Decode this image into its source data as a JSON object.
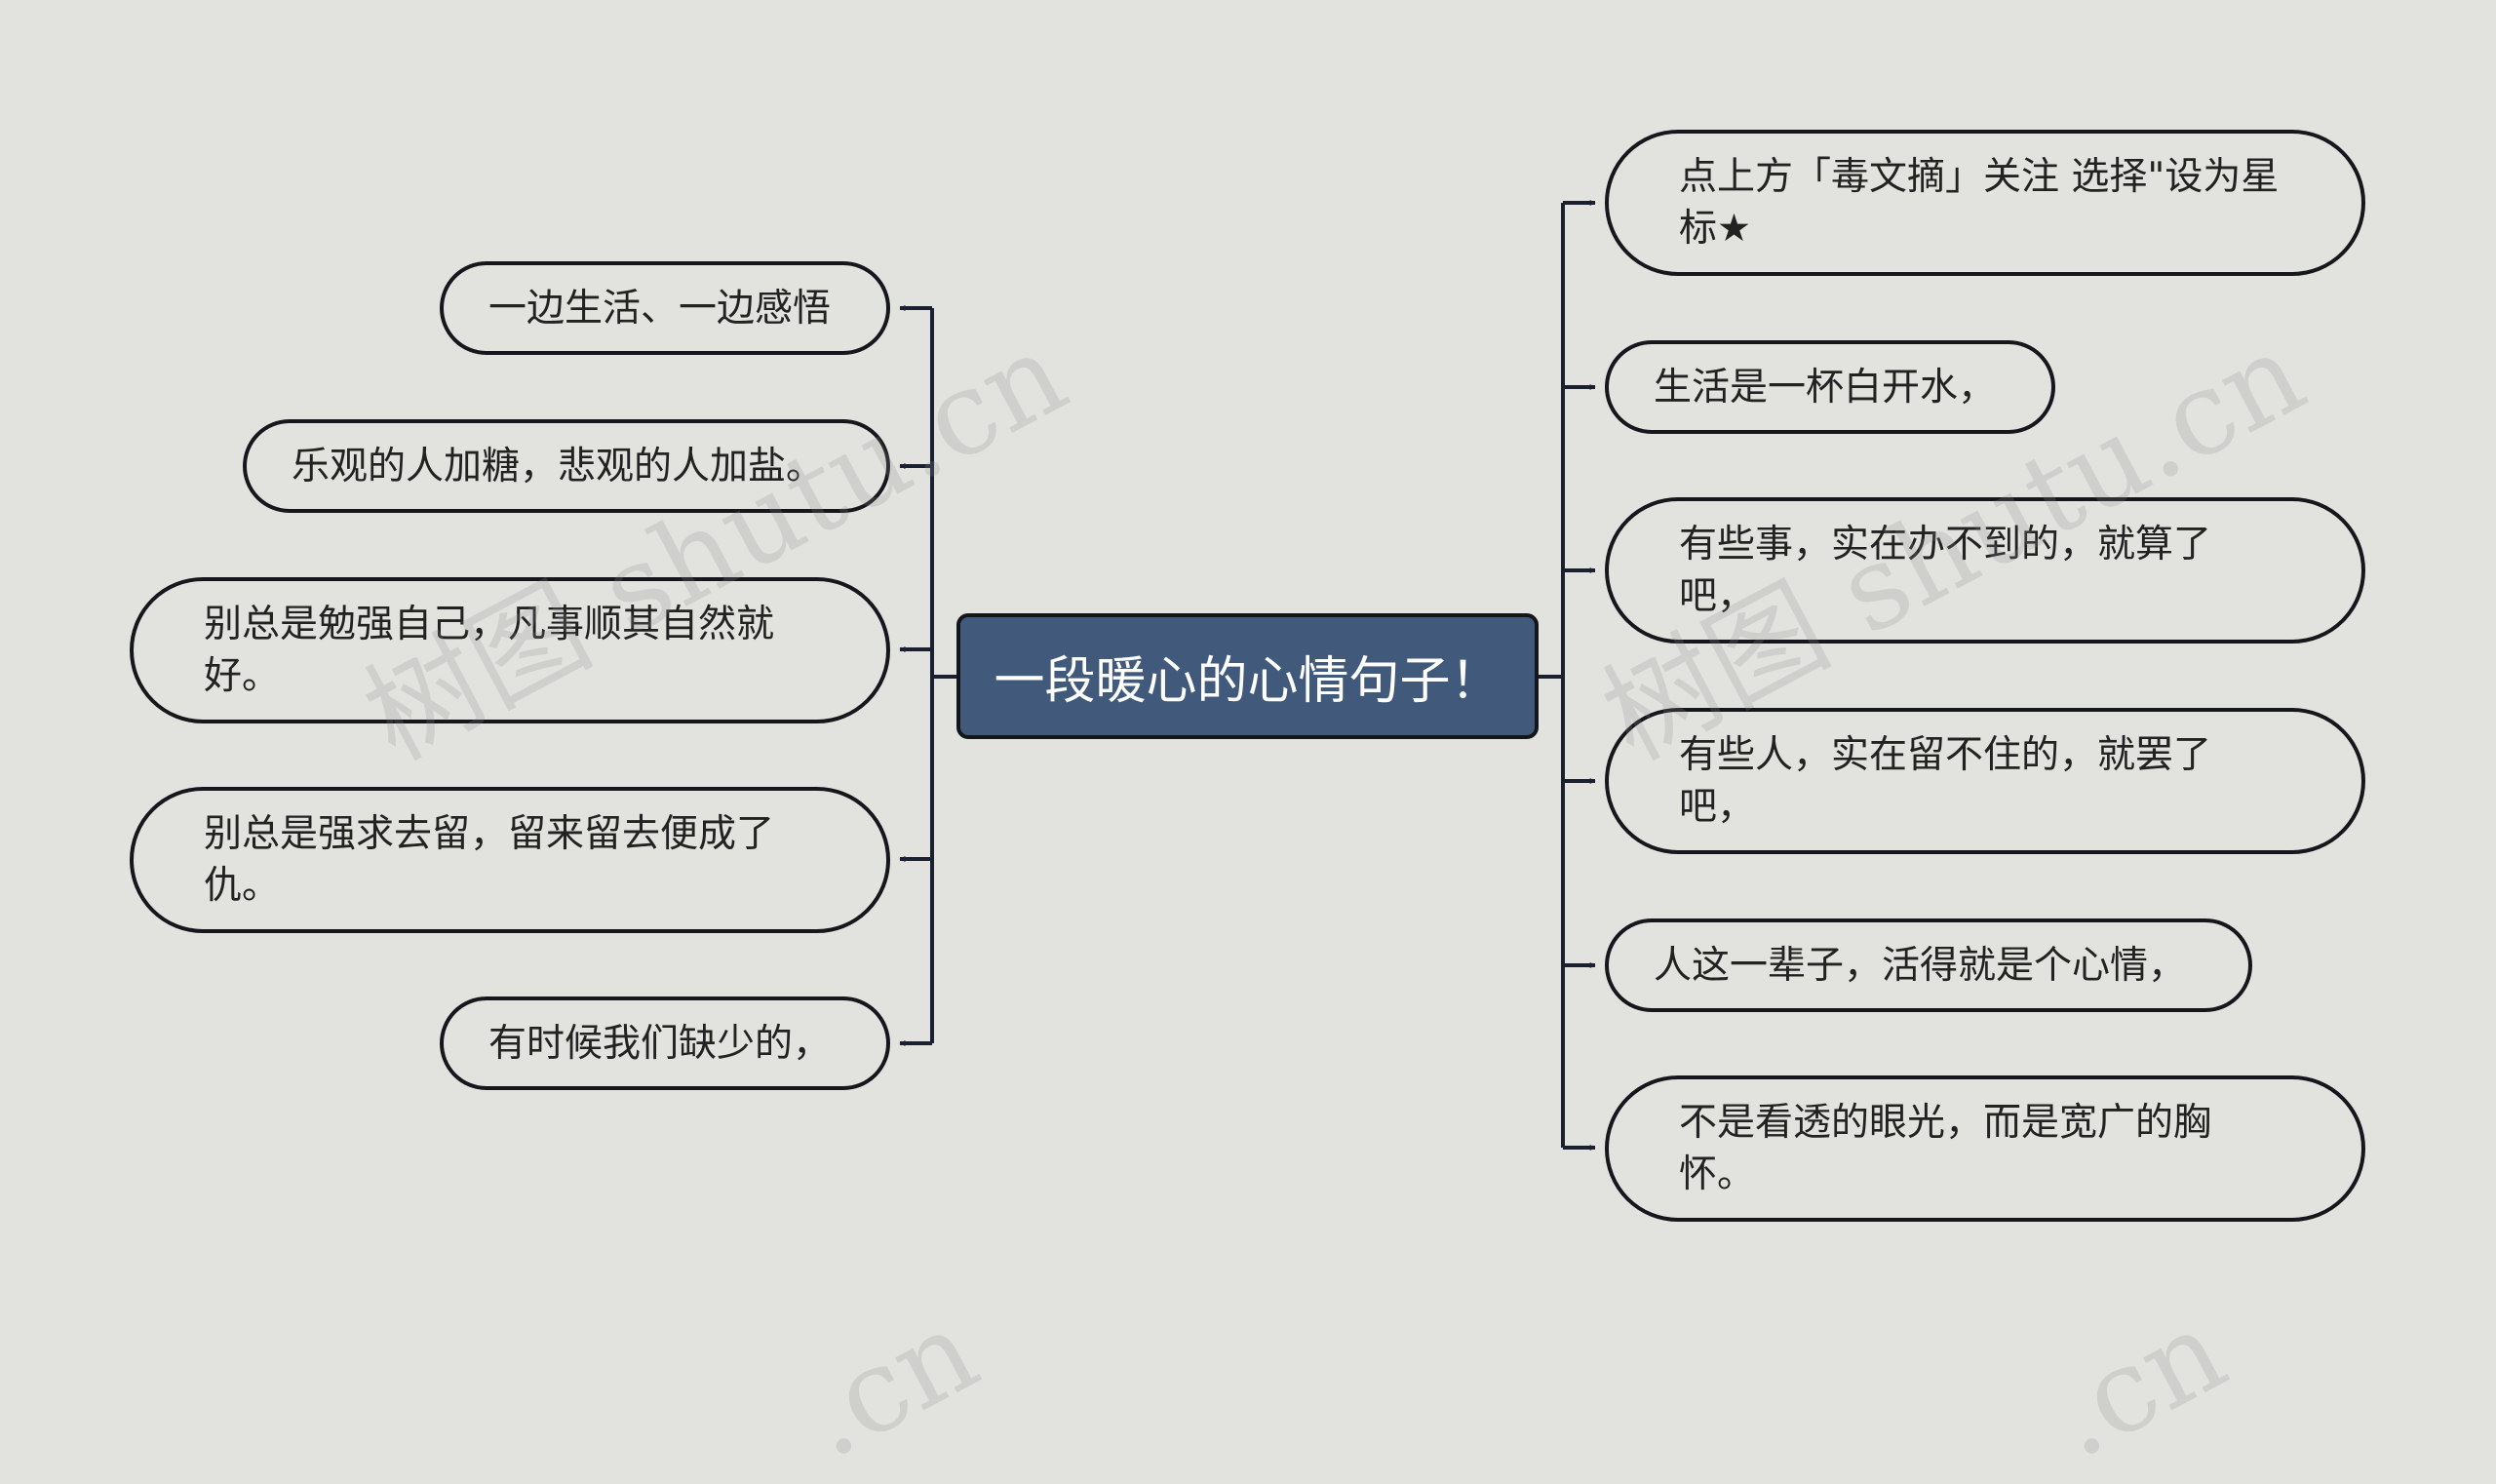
{
  "center": {
    "label": "一段暖心的心情句子！"
  },
  "left_branches": [
    {
      "text": "一边生活、一边感悟"
    },
    {
      "text": "乐观的人加糖，悲观的人加盐。"
    },
    {
      "text": "别总是勉强自己，凡事顺其自然就好。"
    },
    {
      "text": "别总是强求去留，留来留去便成了仇。"
    },
    {
      "text": "有时候我们缺少的，"
    }
  ],
  "right_branches": [
    {
      "text": "点上方「毒文摘」关注 选择\"设为星标★"
    },
    {
      "text": "生活是一杯白开水，"
    },
    {
      "text": "有些事，实在办不到的，就算了吧，"
    },
    {
      "text": "有些人，实在留不住的，就罢了吧，"
    },
    {
      "text": "人这一辈子，活得就是个心情，"
    },
    {
      "text": "不是看透的眼光，而是宽广的胸怀。"
    }
  ],
  "watermarks": [
    "树图 shutu.cn",
    "树图 shutu.cn",
    ".cn",
    ".cn"
  ],
  "colors": {
    "background": "#e2e2df",
    "center_fill": "#415a7c",
    "line": "#1b2030"
  }
}
